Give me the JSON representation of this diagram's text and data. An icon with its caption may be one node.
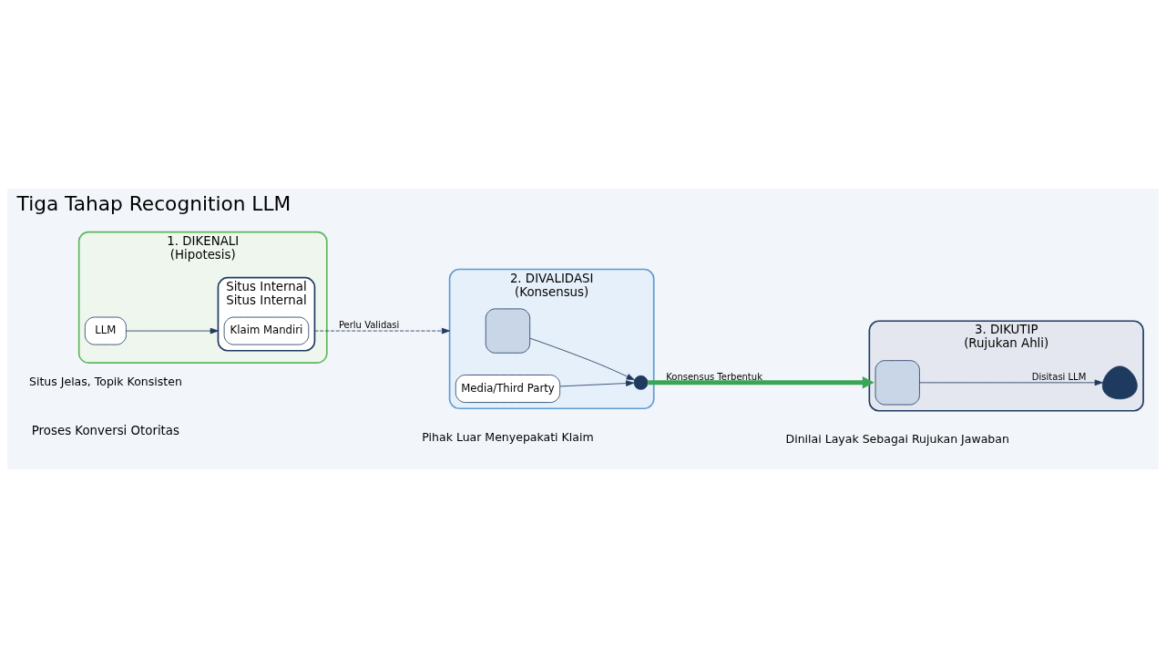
{
  "diagram": {
    "title": "Tiga Tahap Recognition LLM",
    "nodes": [
      {
        "text": [
          "1. DIKENALI",
          "(Hipotesis)"
        ],
        "beside": [
          "Situs Jelas, Topik Konsisten"
        ]
      },
      {
        "text": [
          "LLM"
        ],
        "in": 0
      },
      {
        "text": [
          "Situs Internal",
          "Situs Internal"
        ],
        "in": 0
      },
      {
        "text": [
          "Klaim Mandiri"
        ],
        "in": 2
      },
      {
        "text": [
          "2. DIVALIDASI",
          "(Konsensus)"
        ],
        "beside": [
          "Pihak Luar Menyepakati Klaim"
        ]
      },
      {
        "text": [],
        "shape": "box",
        "in": 4
      },
      {
        "text": [
          "Media/Third Party"
        ],
        "in": 4
      },
      {
        "text": [],
        "shape": "circle",
        "in": 4
      },
      {
        "text": [
          "3. DIKUTIP",
          "(Rujukan Ahli)"
        ],
        "beside": [
          "Dinilai Layak Sebagai Rujukan Jawaban"
        ]
      },
      {
        "text": [],
        "shape": "box",
        "in": 8
      },
      {
        "text": [],
        "shape": "person",
        "in": 8
      }
    ],
    "edges": [
      {
        "from": 1,
        "to": 2,
        "arrow": "to"
      },
      {
        "from": 2,
        "to": 4,
        "arrow": "to",
        "label": "Perlu Validasi",
        "style": "dashed"
      },
      {
        "from": 5,
        "to": 7,
        "arrow": "to"
      },
      {
        "from": 6,
        "to": 7,
        "arrow": "to"
      },
      {
        "from": 7,
        "to": 8,
        "arrow": "to",
        "label": "Konsensus Terbentuk",
        "style": "thick",
        "color": "#3aa655"
      },
      {
        "from": 9,
        "to": 10,
        "arrow": "to",
        "label": "Disitasi LLM"
      }
    ],
    "labels": [
      "Proses Konversi Otoritas"
    ]
  }
}
